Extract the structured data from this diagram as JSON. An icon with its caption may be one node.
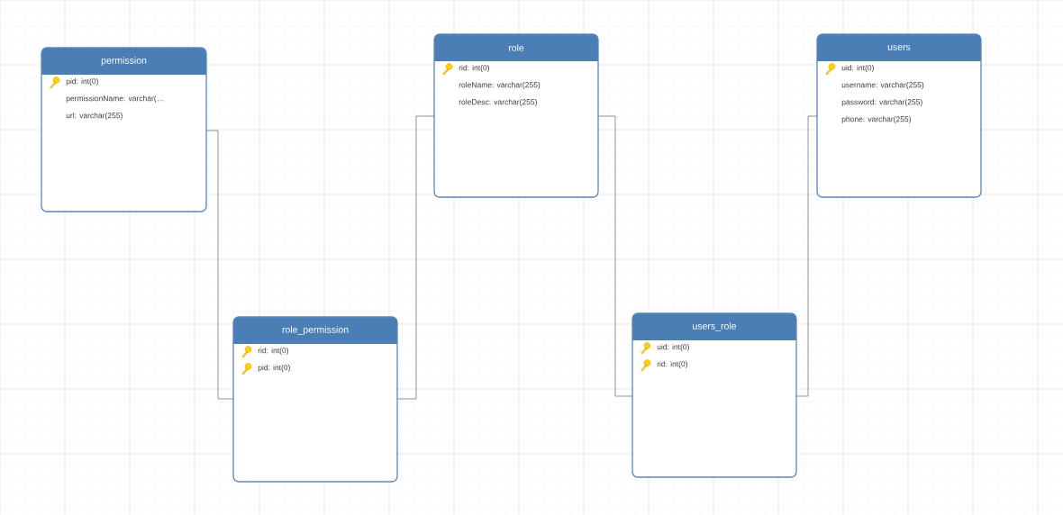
{
  "diagram": {
    "nodes": [
      {
        "text": [
          "permission",
          "pid: int(0)",
          "permissionName: varchar(…",
          "url: varchar(255)"
        ]
      },
      {
        "text": [
          "role",
          "rid: int(0)",
          "roleName: varchar(255)",
          "roleDesc: varchar(255)"
        ]
      },
      {
        "text": [
          "users",
          "uid: int(0)",
          "username: varchar(255)",
          "password: varchar(255)",
          "phone: varchar(255)"
        ]
      },
      {
        "text": [
          "role_permission",
          "rid: int(0)",
          "pid: int(0)"
        ]
      },
      {
        "text": [
          "users_role",
          "uid: int(0)",
          "rid: int(0)"
        ]
      }
    ],
    "edges": [
      {
        "from": 0,
        "to": 3,
        "arrow": "none"
      },
      {
        "from": 1,
        "to": 3,
        "arrow": "none"
      },
      {
        "from": 1,
        "to": 4,
        "arrow": "none"
      },
      {
        "from": 2,
        "to": 4,
        "arrow": "none"
      }
    ]
  }
}
